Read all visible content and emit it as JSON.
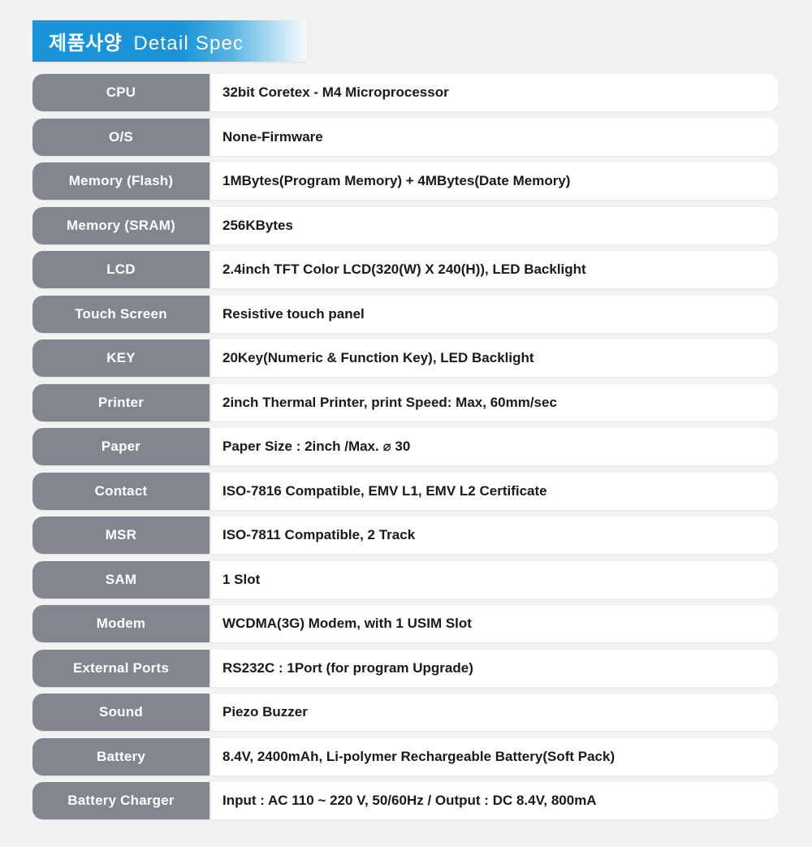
{
  "header": {
    "title_ko": "제품사양",
    "title_en": "Detail Spec",
    "accent_color": "#1a93d8"
  },
  "theme": {
    "page_background": "#f2f2f2",
    "label_background": "#82878f",
    "label_text_color": "#ffffff",
    "value_background": "#ffffff",
    "value_text_color": "#1a1a1a"
  },
  "spec_table": {
    "rows": [
      {
        "label": "CPU",
        "value": "32bit Coretex - M4 Microprocessor"
      },
      {
        "label": "O/S",
        "value": "None-Firmware"
      },
      {
        "label": "Memory (Flash)",
        "value": "1MBytes(Program Memory) + 4MBytes(Date Memory)"
      },
      {
        "label": "Memory (SRAM)",
        "value": "256KBytes"
      },
      {
        "label": "LCD",
        "value": "2.4inch TFT Color LCD(320(W) X 240(H)), LED Backlight"
      },
      {
        "label": "Touch Screen",
        "value": "Resistive touch panel"
      },
      {
        "label": "KEY",
        "value": "20Key(Numeric & Function Key), LED Backlight"
      },
      {
        "label": "Printer",
        "value": "2inch Thermal Printer, print Speed: Max, 60mm/sec"
      },
      {
        "label": "Paper",
        "value": "Paper Size : 2inch /Max. ⌀ 30"
      },
      {
        "label": "Contact",
        "value": "ISO-7816 Compatible, EMV L1, EMV L2 Certificate"
      },
      {
        "label": "MSR",
        "value": "ISO-7811 Compatible, 2 Track"
      },
      {
        "label": "SAM",
        "value": "1 Slot"
      },
      {
        "label": "Modem",
        "value": "WCDMA(3G) Modem, with 1 USIM Slot"
      },
      {
        "label": "External Ports",
        "value": "RS232C : 1Port (for program Upgrade)"
      },
      {
        "label": "Sound",
        "value": "Piezo Buzzer"
      },
      {
        "label": "Battery",
        "value": "8.4V, 2400mAh, Li-polymer Rechargeable Battery(Soft Pack)"
      },
      {
        "label": "Battery Charger",
        "value": "Input : AC 110 ~ 220 V, 50/60Hz  /  Output : DC 8.4V, 800mA"
      }
    ]
  }
}
